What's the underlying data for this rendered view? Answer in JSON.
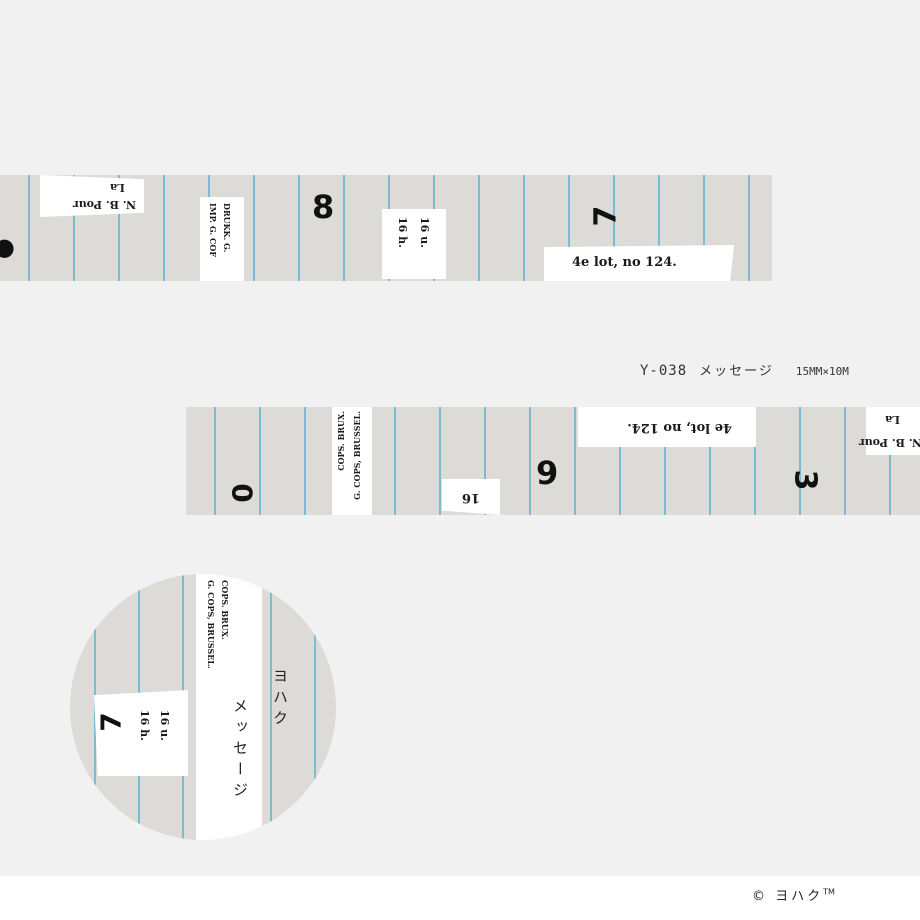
{
  "top_tape": {
    "clips": [
      "La",
      "N. B. Pour",
      "DRUKK. G.",
      "IMP. G. COF",
      "8",
      "16 u.",
      "16 h.",
      "7",
      "4e lot, no 124."
    ]
  },
  "product": {
    "code": "Y-038",
    "name": "メッセージ",
    "size": "15MM×10M"
  },
  "bottom_tape": {
    "clips": [
      "0",
      "COPS. BRUX.",
      "G. COPS, BRUSSEL.",
      "16",
      "4e lot, no 124.",
      "9",
      "3",
      "La",
      "N. B. Pour"
    ]
  },
  "roll_label": {
    "brand": "ヨハク",
    "name": "メッセージ",
    "clips": [
      "G. COPS, BRUSSEL.",
      "COPS. BRUX.",
      "7",
      "16 u.",
      "16 h."
    ]
  },
  "footer": {
    "copyright": "© ヨハク",
    "tm": "TM"
  }
}
